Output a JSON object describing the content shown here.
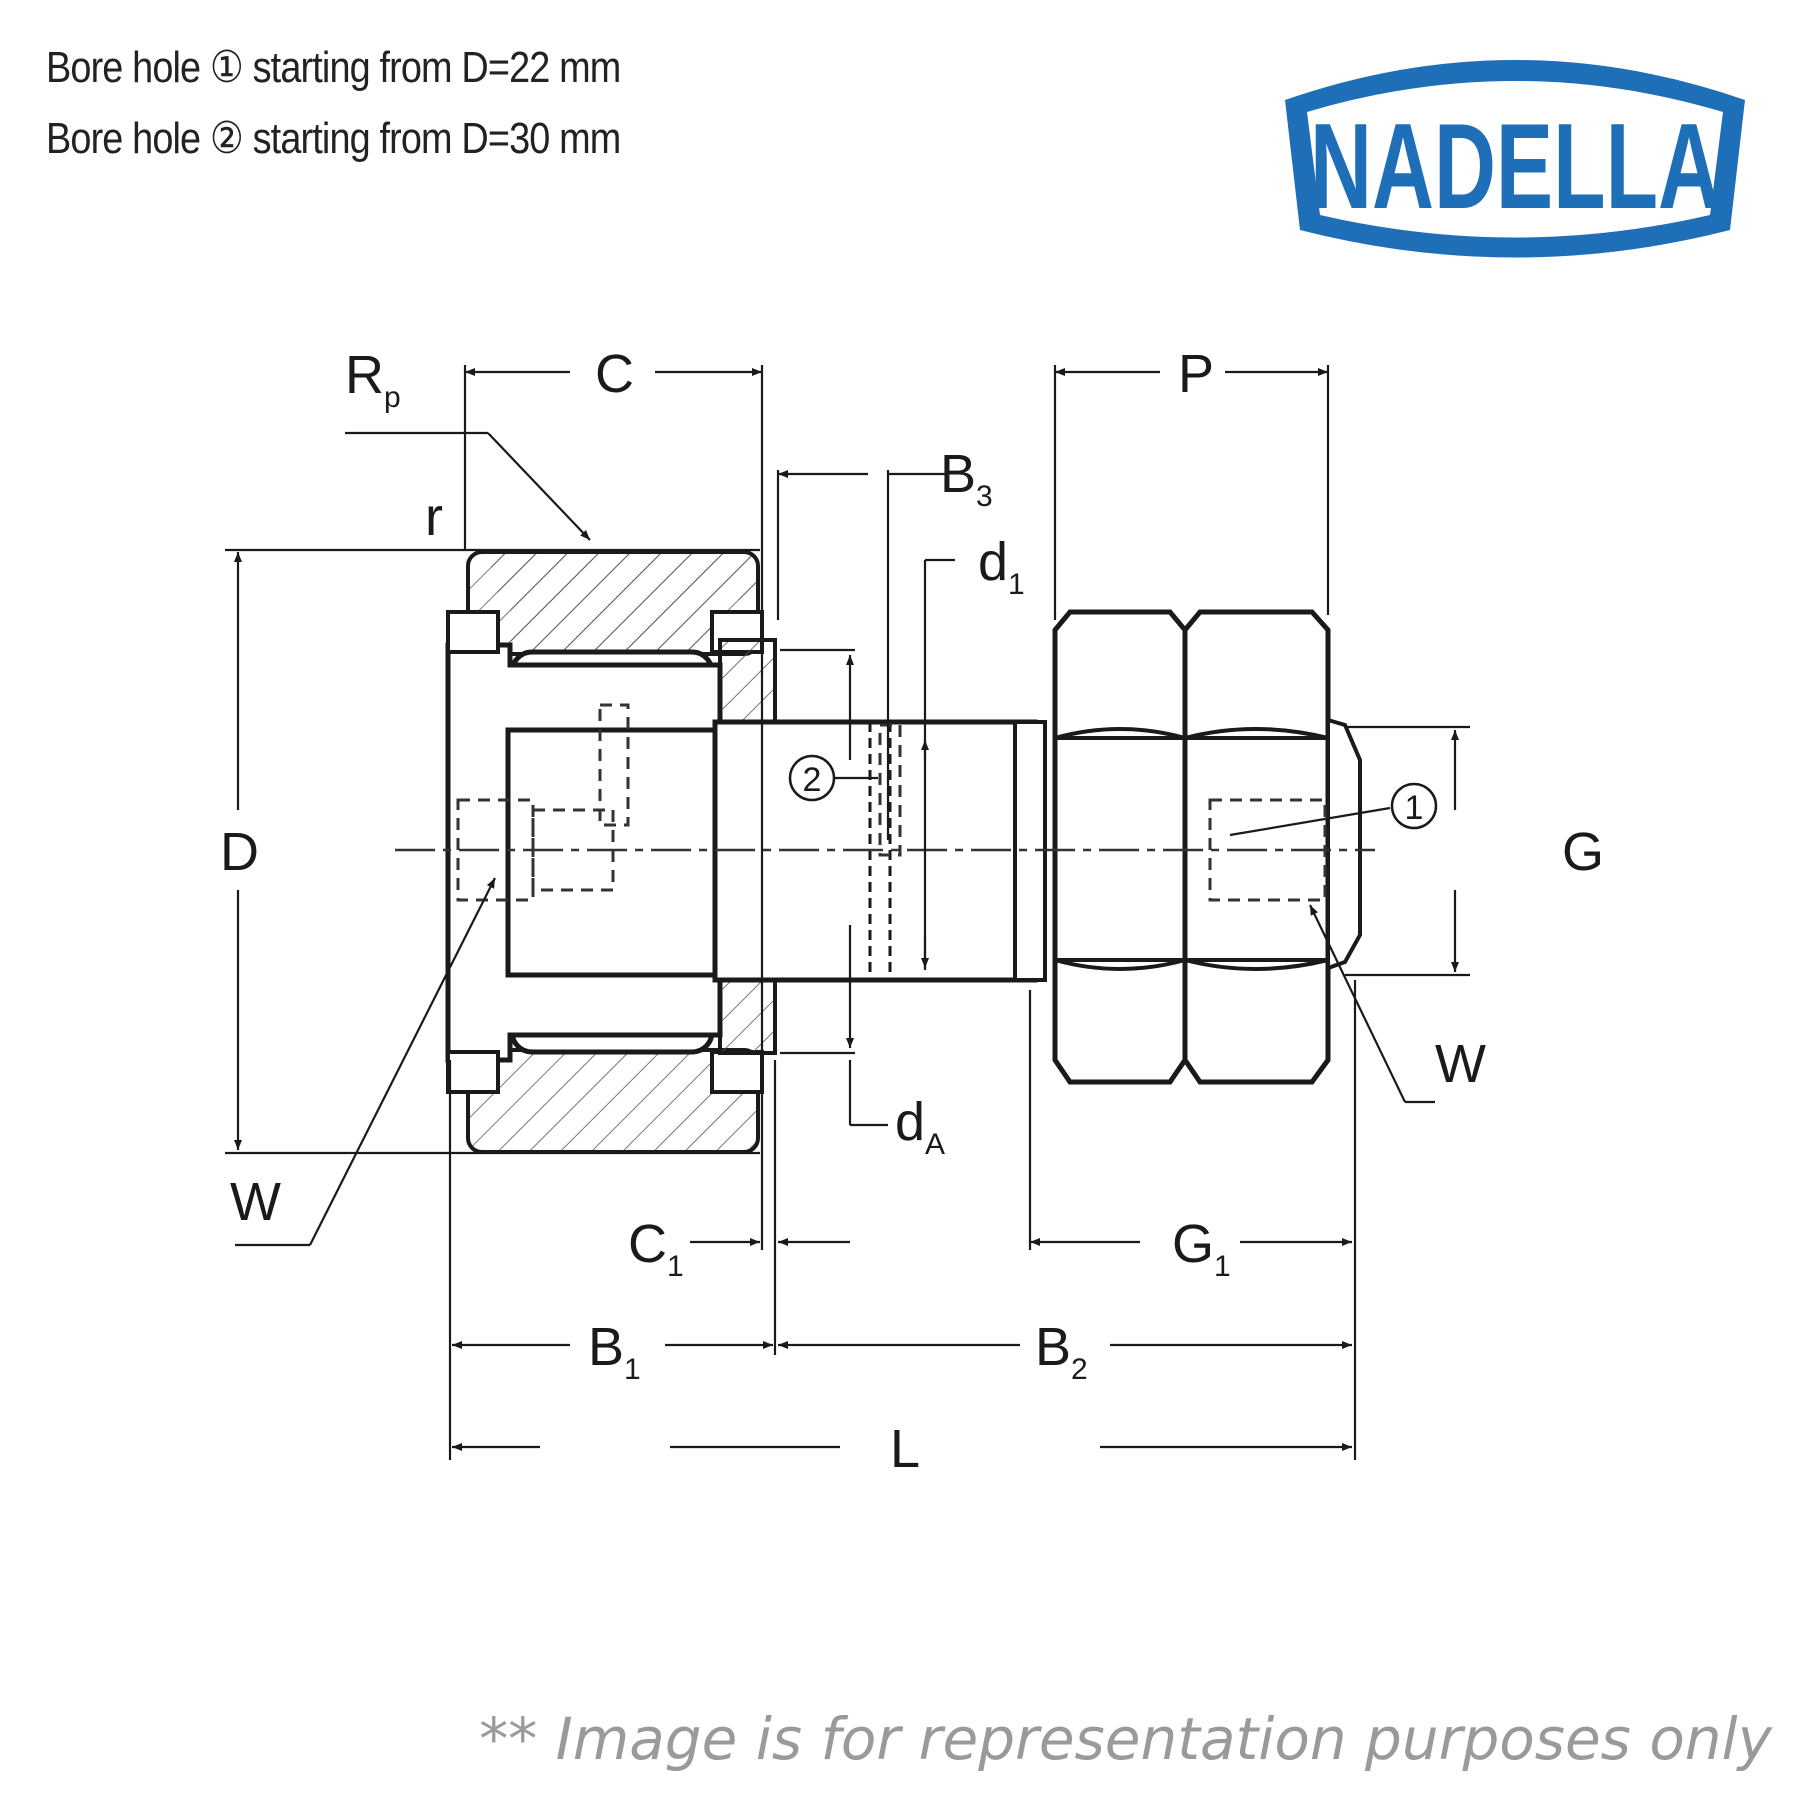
{
  "notes": {
    "line1": "Bore hole ① starting from D=22 mm",
    "line2": "Bore hole ② starting from D=30 mm"
  },
  "logo": {
    "text": "NADELLA",
    "color": "#1f6fb8"
  },
  "dimensions": {
    "Rp": {
      "main": "R",
      "sub": "p"
    },
    "C": "C",
    "B3": {
      "main": "B",
      "sub": "3"
    },
    "r": "r",
    "d1": {
      "main": "d",
      "sub": "1"
    },
    "P": "P",
    "D": "D",
    "G": "G",
    "W_right": "W",
    "W_left": "W",
    "dA": {
      "main": "d",
      "sub": "A"
    },
    "C1": {
      "main": "C",
      "sub": "1"
    },
    "G1": {
      "main": "G",
      "sub": "1"
    },
    "B1": {
      "main": "B",
      "sub": "1"
    },
    "B2": {
      "main": "B",
      "sub": "2"
    },
    "L": "L",
    "callout1": "1",
    "callout2": "2"
  },
  "footnote": "** Image is for representation purposes only"
}
